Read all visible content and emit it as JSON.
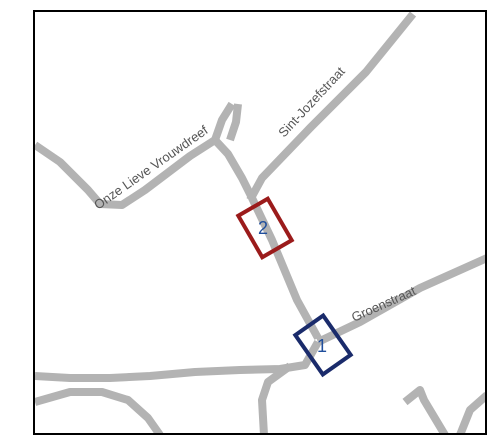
{
  "map": {
    "colors": {
      "road": "#b3b3b3",
      "frame": "#000000",
      "background": "#ffffff",
      "label": "#555555"
    },
    "streets": [
      {
        "name": "Onze Lieve Vrouwdreef"
      },
      {
        "name": "Sint-Jozefstraat"
      },
      {
        "name": "Groenstraat"
      }
    ],
    "markers": [
      {
        "label": "1",
        "color": "#1a2b6b",
        "text_color": "#1f4e9c"
      },
      {
        "label": "2",
        "color": "#9b1b1b",
        "text_color": "#1f4e9c"
      }
    ]
  }
}
